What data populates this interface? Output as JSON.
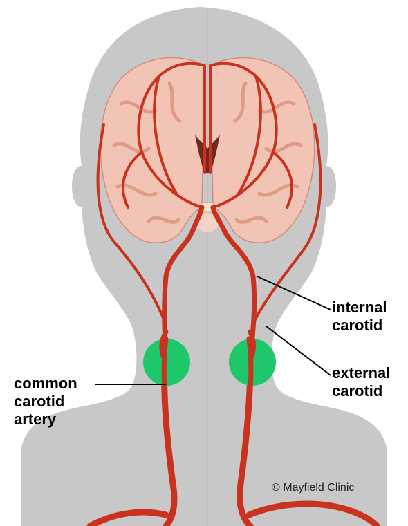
{
  "labels": {
    "internal_carotid": {
      "line1": "internal",
      "line2": "carotid"
    },
    "external_carotid": {
      "line1": "external",
      "line2": "carotid"
    },
    "common_carotid": {
      "line1": "common",
      "line2": "carotid",
      "line3": "artery"
    }
  },
  "credit": "© Mayfield Clinic",
  "colors": {
    "silhouette": "#c8c8c8",
    "artery": "#c8321e",
    "artery_dark": "#8e1f10",
    "bifurcation_marker": "#1ec86a",
    "brain": "#f2c4b6",
    "brain_dark": "#e09a88",
    "ventricle": "#6e2a22"
  },
  "icons": {
    "diagram": "head-neck-carotid-anatomy",
    "markers": "green-circle-bifurcation-marker"
  }
}
